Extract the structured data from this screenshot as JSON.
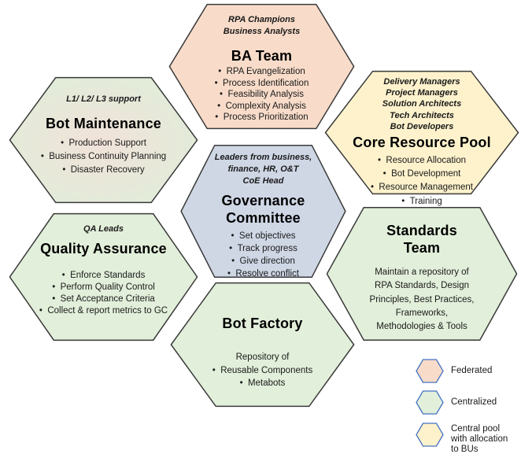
{
  "hexagons": [
    {
      "id": "ba-team",
      "fill": "#F8DCC9",
      "roles": [
        "RPA Champions",
        "Business Analysts"
      ],
      "title": "BA Team",
      "bullets": [
        "RPA Evangelization",
        "Process Identification",
        "Feasibility Analysis",
        "Complexity Analysis",
        "Process Prioritization"
      ]
    },
    {
      "id": "bot-maintenance",
      "fill_center": "#F1E2D9",
      "fill_edge": "#E0EDD9",
      "roles": [
        "L1/ L2/ L3 support"
      ],
      "title": "Bot Maintenance",
      "bullets": [
        "Production Support",
        "Business Continuity Planning",
        "Disaster Recovery"
      ]
    },
    {
      "id": "core-resource-pool",
      "fill": "#FDF2CC",
      "roles": [
        "Delivery Managers",
        "Project Managers",
        "Solution Architects",
        "Tech Architects",
        "Bot Developers"
      ],
      "title": "Core Resource Pool",
      "bullets": [
        "Resource Allocation",
        "Bot Development",
        "Resource Management",
        "Training"
      ]
    },
    {
      "id": "governance-committee",
      "fill": "#CFD7E5",
      "roles": [
        "Leaders from business,",
        "finance, HR, O&T",
        "CoE Head"
      ],
      "title": "Governance\nCommittee",
      "bullets": [
        "Set objectives",
        "Track progress",
        "Give direction",
        "Resolve conflict"
      ]
    },
    {
      "id": "quality-assurance",
      "fill": "#E2EFDA",
      "roles": [
        "QA Leads"
      ],
      "title": "Quality Assurance",
      "bullets": [
        "Enforce Standards",
        "Perform Quality Control",
        "Set Acceptance Criteria",
        "Collect & report metrics to GC"
      ]
    },
    {
      "id": "standards-team",
      "fill": "#E2EFDA",
      "roles": [],
      "title": "Standards\nTeam",
      "body": "Maintain a repository of\nRPA Standards, Design\nPrinciples, Best Practices,\nFrameworks,\nMethodologies & Tools"
    },
    {
      "id": "bot-factory",
      "fill": "#E2EFDA",
      "roles": [],
      "title": "Bot Factory",
      "intro": "Repository of",
      "bullets": [
        "Reusable Components",
        "Metabots"
      ]
    }
  ],
  "legend": {
    "items": [
      {
        "label": "Federated",
        "color": "#F8DCC9"
      },
      {
        "label": "Centralized",
        "color": "#E2EFDA"
      },
      {
        "label": "Central pool with allocation to BUs",
        "color": "#FDF2CC"
      }
    ]
  },
  "colors": {
    "hex_border": "#3A3A3A",
    "legend_border": "#4472C4"
  }
}
